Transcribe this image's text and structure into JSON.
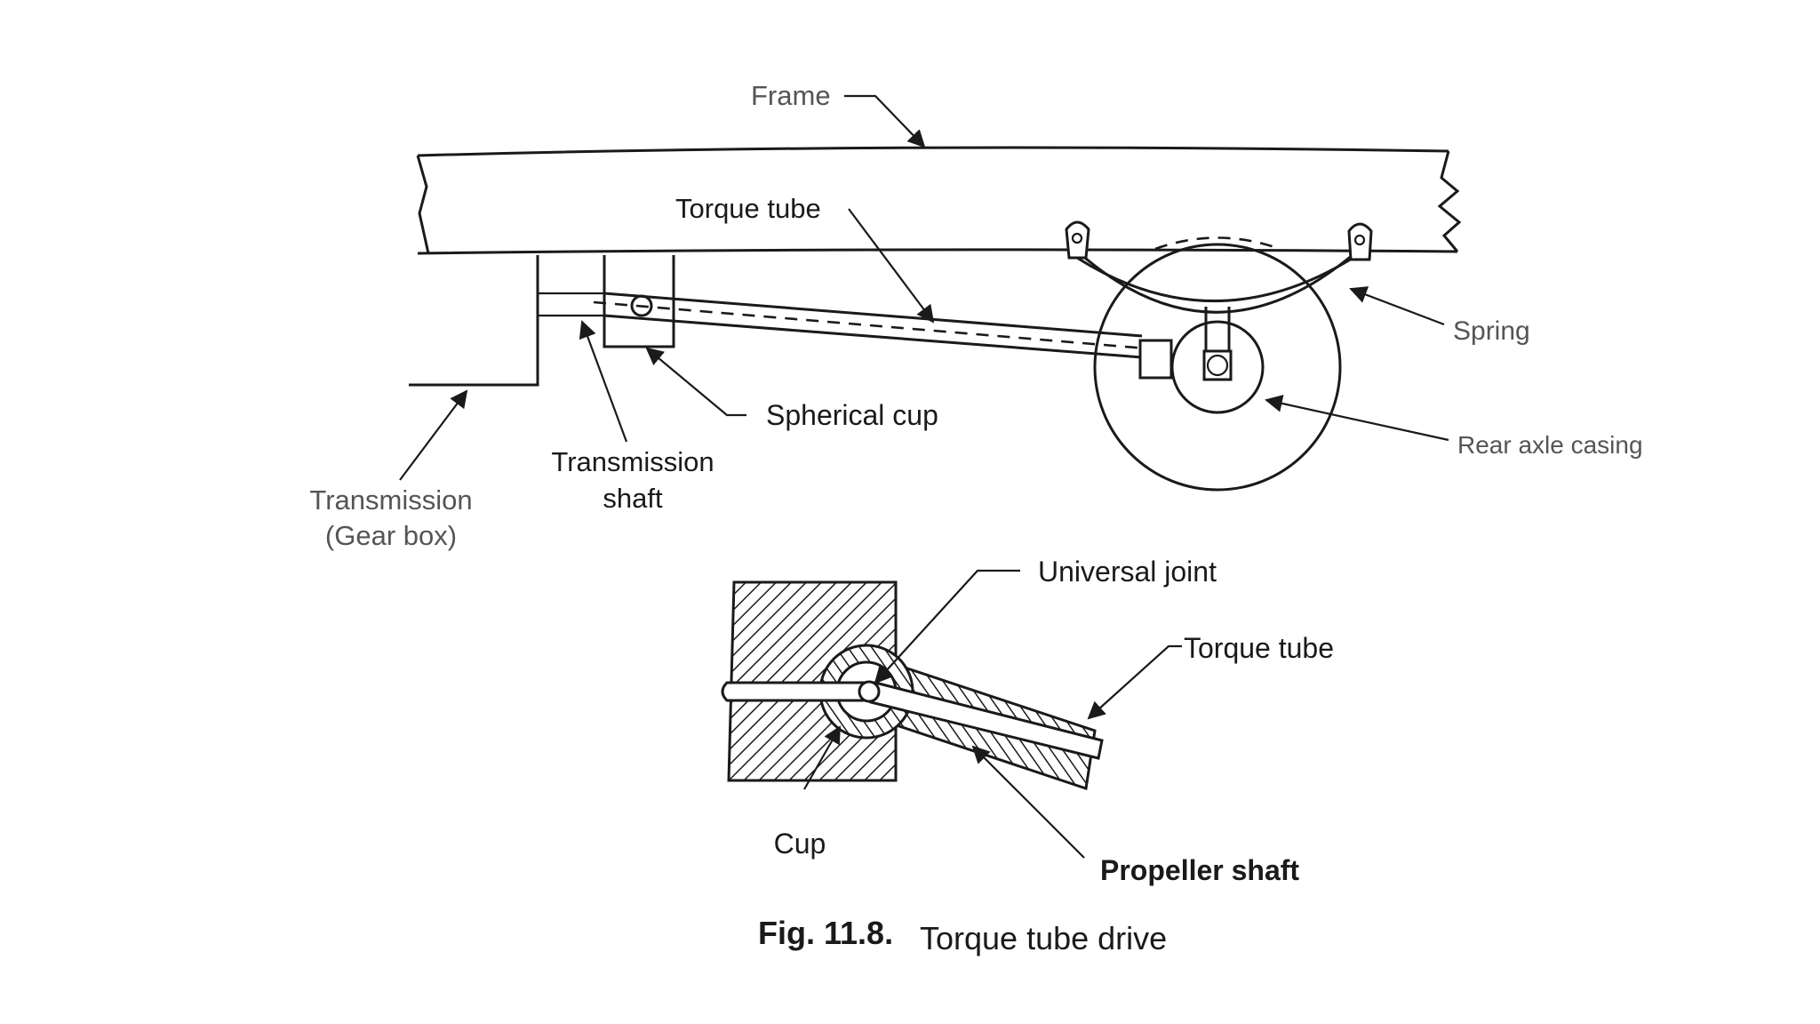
{
  "labels": {
    "frame": "Frame",
    "torque_tube_top": "Torque tube",
    "spring": "Spring",
    "spherical_cup": "Spherical cup",
    "rear_axle_casing": "Rear axle casing",
    "transmission_shaft_line1": "Transmission",
    "transmission_shaft_line2": "shaft",
    "transmission_line1": "Transmission",
    "transmission_line2": "(Gear box)",
    "universal_joint": "Universal joint",
    "torque_tube_detail": "Torque tube",
    "cup": "Cup",
    "propeller_shaft": "Propeller shaft",
    "caption_number": "Fig. 11.8.",
    "caption_text": "Torque tube drive"
  }
}
